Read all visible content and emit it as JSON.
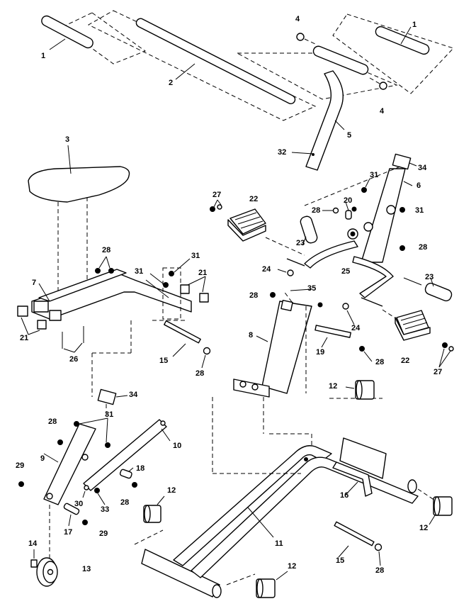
{
  "labels": {
    "l1a": "1",
    "l1b": "1",
    "l2": "2",
    "l3": "3",
    "l4a": "4",
    "l4b": "4",
    "l5": "5",
    "l6": "6",
    "l7": "7",
    "l8": "8",
    "l9": "9",
    "l10": "10",
    "l11": "11",
    "l12a": "12",
    "l12b": "12",
    "l12c": "12",
    "l12d": "12",
    "l13": "13",
    "l14": "14",
    "l15a": "15",
    "l15b": "15",
    "l16": "16",
    "l17": "17",
    "l18": "18",
    "l19": "19",
    "l20": "20",
    "l21a": "21",
    "l21b": "21",
    "l22a": "22",
    "l22b": "22",
    "l23a": "23",
    "l23b": "23",
    "l24a": "24",
    "l24b": "24",
    "l25": "25",
    "l26": "26",
    "l27a": "27",
    "l27b": "27",
    "l28a": "28",
    "l28b": "28",
    "l28c": "28",
    "l28d": "28",
    "l28e": "28",
    "l28f": "28",
    "l28g": "28",
    "l28h": "28",
    "l28i": "28",
    "l29a": "29",
    "l29b": "29",
    "l30": "30",
    "l31a": "31",
    "l31b": "31",
    "l31c": "31",
    "l31d": "31",
    "l31e": "31",
    "l32": "32",
    "l33": "33",
    "l34a": "34",
    "l34b": "34",
    "l35": "35"
  }
}
